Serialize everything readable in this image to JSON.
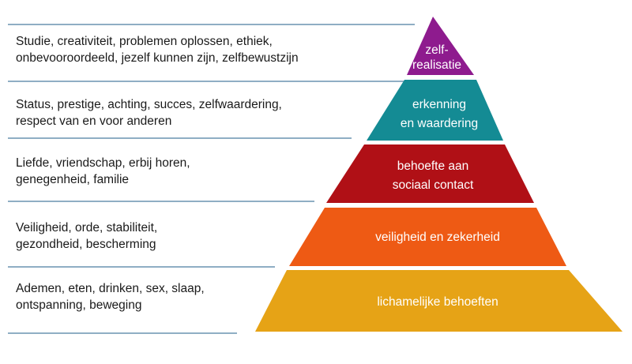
{
  "pyramid": {
    "tiers": [
      {
        "line1": "zelf-",
        "line2": "realisatie",
        "color": "#8e1b8e"
      },
      {
        "line1": "erkenning",
        "line2": "en waardering",
        "color": "#148b94"
      },
      {
        "line1": "behoefte aan",
        "line2": "sociaal contact",
        "color": "#b01016"
      },
      {
        "line1": "veiligheid en zekerheid",
        "line2": "",
        "color": "#ee5a14"
      },
      {
        "line1": "lichamelijke behoeften",
        "line2": "",
        "color": "#e6a316"
      }
    ]
  },
  "descriptions": [
    {
      "line1": "Studie, creativiteit, problemen oplossen, ethiek,",
      "line2": "onbevooroordeeld, jezelf kunnen zijn, zelfbewustzijn"
    },
    {
      "line1": "Status, prestige, achting, succes, zelfwaardering,",
      "line2": "respect van en voor anderen"
    },
    {
      "line1": "Liefde, vriendschap, erbij horen,",
      "line2": "genegenheid, familie"
    },
    {
      "line1": "Veiligheid, orde, stabiliteit,",
      "line2": "gezondheid, bescherming"
    },
    {
      "line1": "Ademen, eten, drinken, sex, slaap,",
      "line2": "ontspanning, beweging"
    }
  ],
  "rule_color": "#8faec4"
}
